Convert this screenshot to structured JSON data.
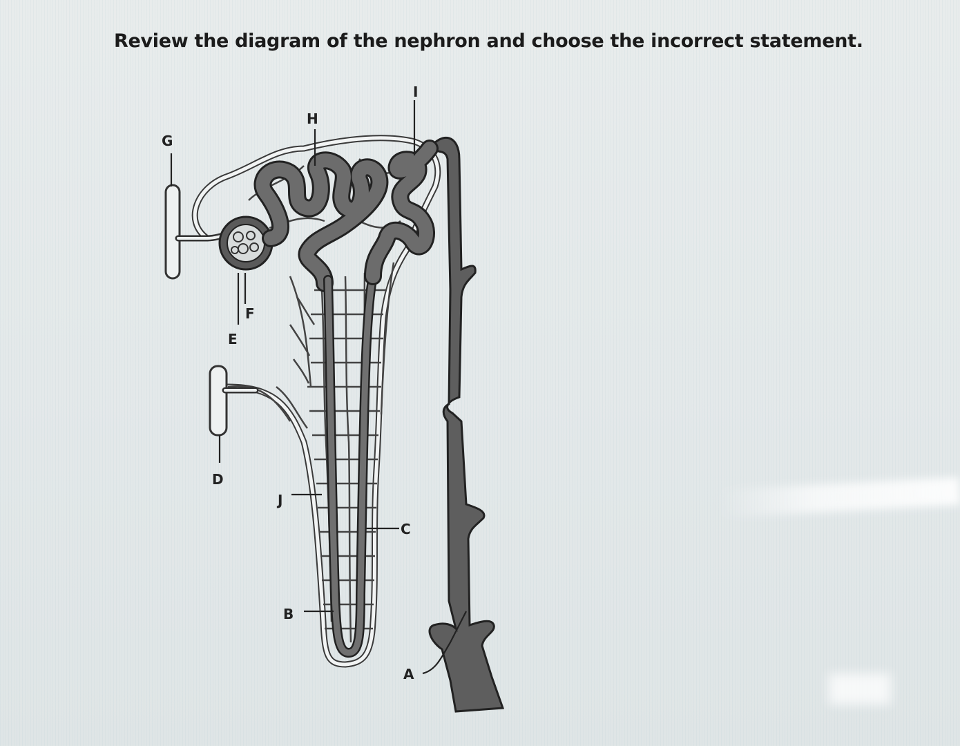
{
  "question": {
    "text": "Review the diagram of the nephron and choose the incorrect statement."
  },
  "diagram": {
    "labels": {
      "A": "A",
      "B": "B",
      "C": "C",
      "D": "D",
      "E": "E",
      "F": "F",
      "G": "G",
      "H": "H",
      "I": "I",
      "J": "J"
    }
  }
}
